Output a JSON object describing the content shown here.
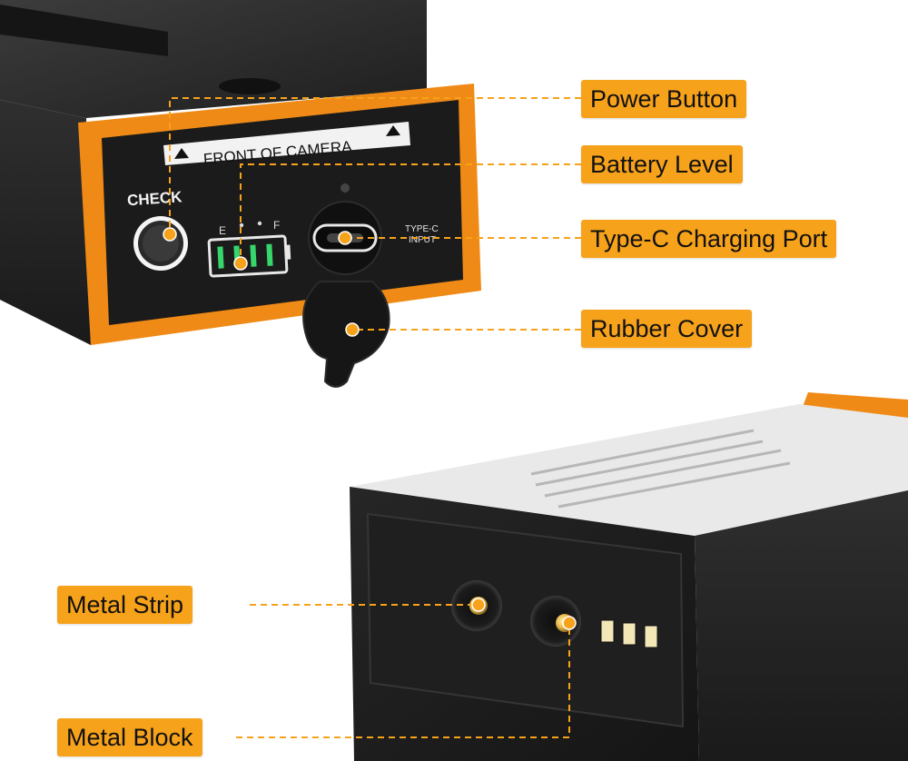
{
  "colors": {
    "accent": "#f7a21b",
    "battery_body": "#2b2b2b",
    "led_green": "#36d66b"
  },
  "panel": {
    "front_label": "FRONT OF CAMERA",
    "check_label": "CHECK",
    "level_empty": "E",
    "level_full": "F",
    "port_label_line1": "TYPE-C",
    "port_label_line2": "INPUT",
    "battery_level_bars_lit": 4
  },
  "callouts": {
    "power_button": "Power Button",
    "battery_level": "Battery Level",
    "typec_port": "Type-C Charging Port",
    "rubber_cover": "Rubber Cover",
    "metal_strip": "Metal Strip",
    "metal_block": "Metal Block"
  },
  "icons": {
    "warning": "triangle-icon",
    "button": "round-button-icon",
    "port": "usb-c-port-icon",
    "cover": "rubber-cover-icon",
    "contact": "metal-contact-icon"
  }
}
